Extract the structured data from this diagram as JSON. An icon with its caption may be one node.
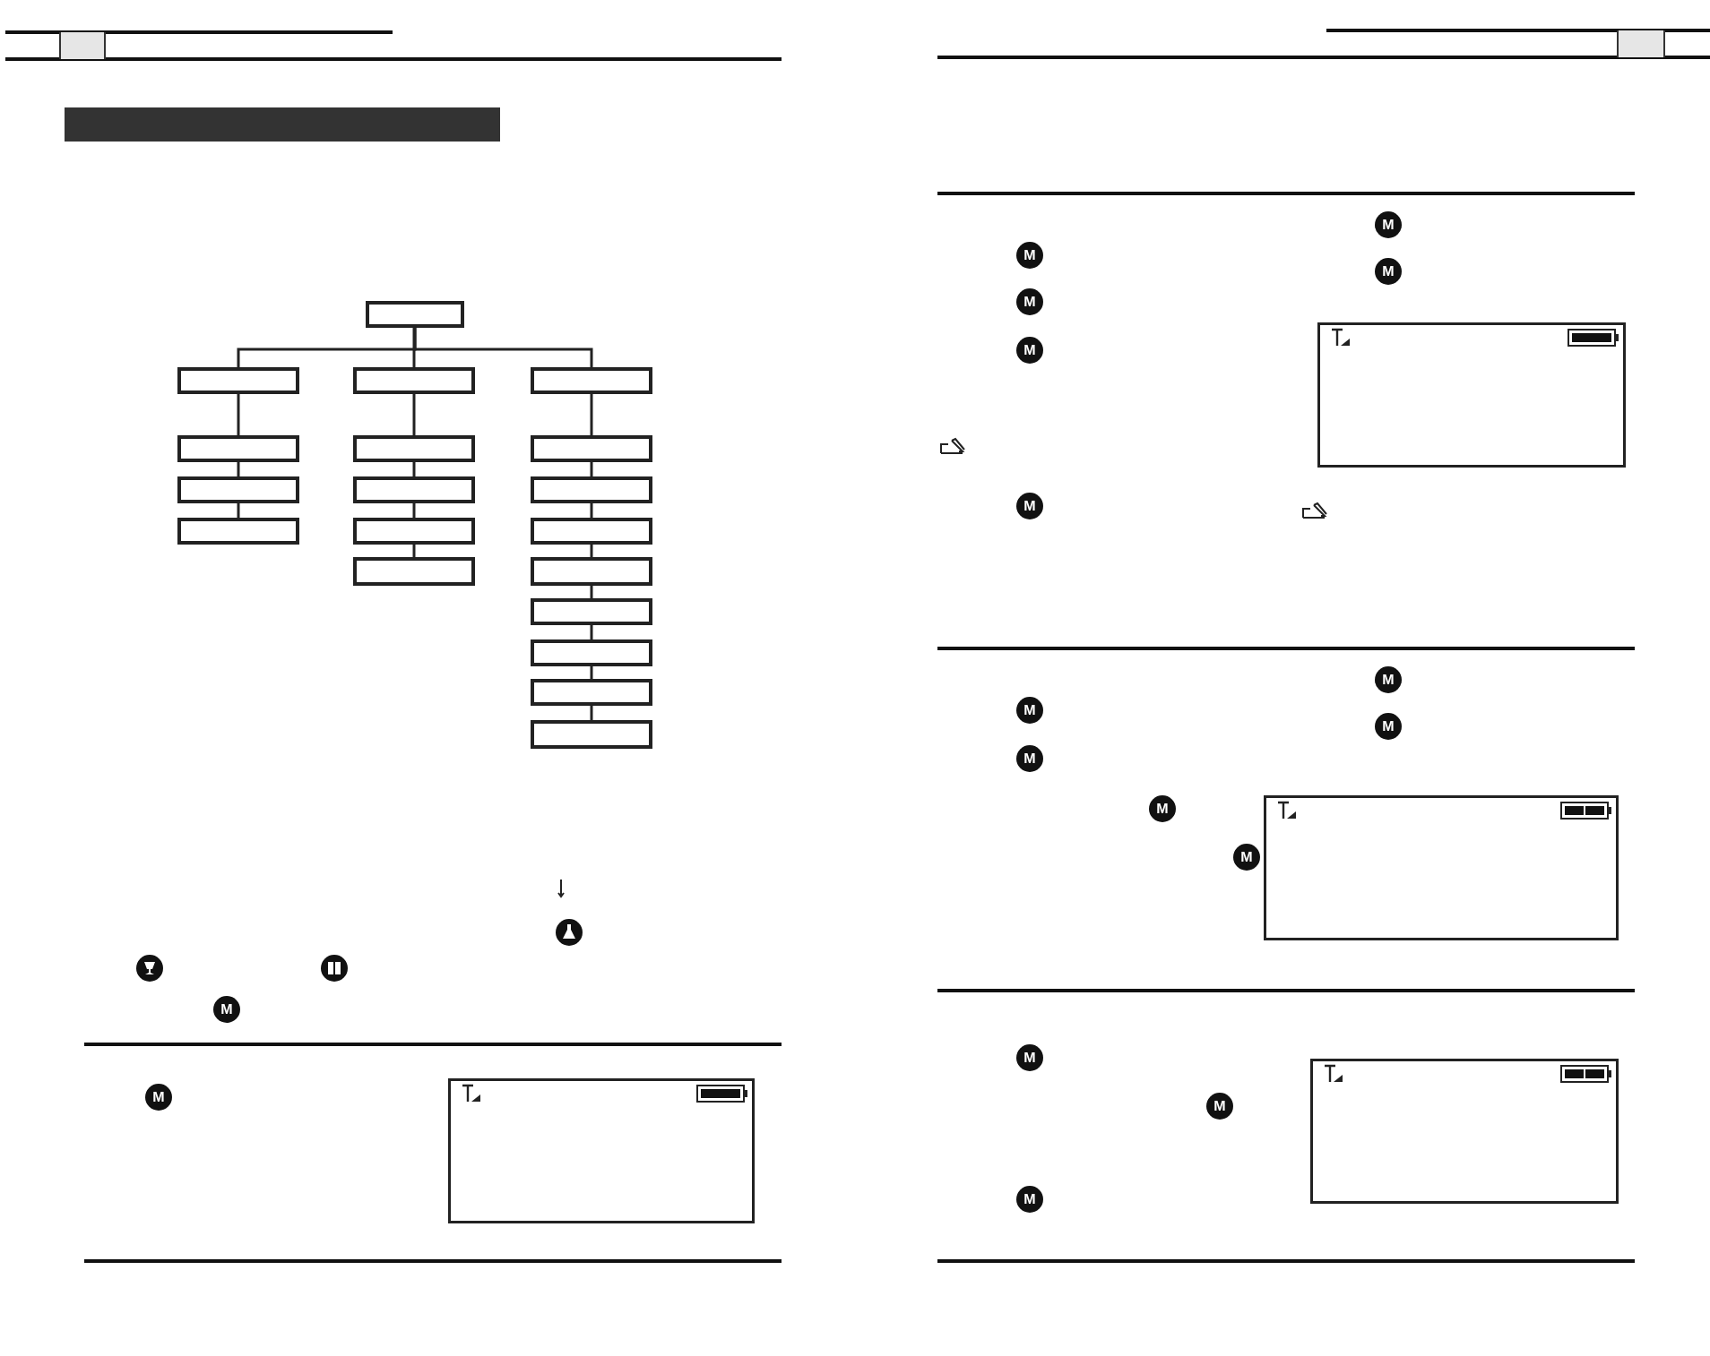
{
  "diagram": {
    "nodes": [
      {
        "text": [],
        "shape": "bar"
      },
      {
        "text": [],
        "shape": "box"
      },
      {
        "text": [],
        "shape": "box"
      },
      {
        "text": [],
        "shape": "box"
      },
      {
        "text": [],
        "shape": "box"
      },
      {
        "text": [],
        "shape": "box"
      },
      {
        "text": [],
        "shape": "box"
      },
      {
        "text": [],
        "shape": "box"
      },
      {
        "text": [],
        "shape": "box"
      },
      {
        "text": [],
        "shape": "box"
      },
      {
        "text": [],
        "shape": "box"
      },
      {
        "text": [],
        "shape": "box"
      },
      {
        "text": [],
        "shape": "box"
      },
      {
        "text": [],
        "shape": "box"
      },
      {
        "text": [],
        "shape": "box"
      },
      {
        "text": [],
        "shape": "box"
      },
      {
        "text": [],
        "shape": "box"
      },
      {
        "text": [],
        "shape": "box"
      },
      {
        "text": [],
        "shape": "box"
      },
      {
        "text": [],
        "shape": "box"
      }
    ],
    "edges": [
      {
        "from": 1,
        "to": 2,
        "arrow": "none"
      },
      {
        "from": 1,
        "to": 3,
        "arrow": "none"
      },
      {
        "from": 1,
        "to": 4,
        "arrow": "none"
      },
      {
        "from": 2,
        "to": 5,
        "arrow": "none"
      },
      {
        "from": 5,
        "to": 6,
        "arrow": "none"
      },
      {
        "from": 6,
        "to": 7,
        "arrow": "none"
      },
      {
        "from": 3,
        "to": 8,
        "arrow": "none"
      },
      {
        "from": 8,
        "to": 9,
        "arrow": "none"
      },
      {
        "from": 9,
        "to": 10,
        "arrow": "none"
      },
      {
        "from": 10,
        "to": 11,
        "arrow": "none"
      },
      {
        "from": 4,
        "to": 12,
        "arrow": "none"
      },
      {
        "from": 12,
        "to": 13,
        "arrow": "none"
      },
      {
        "from": 13,
        "to": 14,
        "arrow": "none"
      },
      {
        "from": 14,
        "to": 15,
        "arrow": "none"
      },
      {
        "from": 15,
        "to": 16,
        "arrow": "none"
      },
      {
        "from": 16,
        "to": 17,
        "arrow": "none"
      },
      {
        "from": 17,
        "to": 18,
        "arrow": "none"
      },
      {
        "from": 18,
        "to": 19,
        "arrow": "none"
      }
    ],
    "labels": [
      "M",
      "M",
      "M",
      "M",
      "M",
      "M",
      "M",
      "M",
      "M",
      "M",
      "M",
      "M",
      "M",
      "M",
      "M",
      "M",
      "M"
    ]
  }
}
